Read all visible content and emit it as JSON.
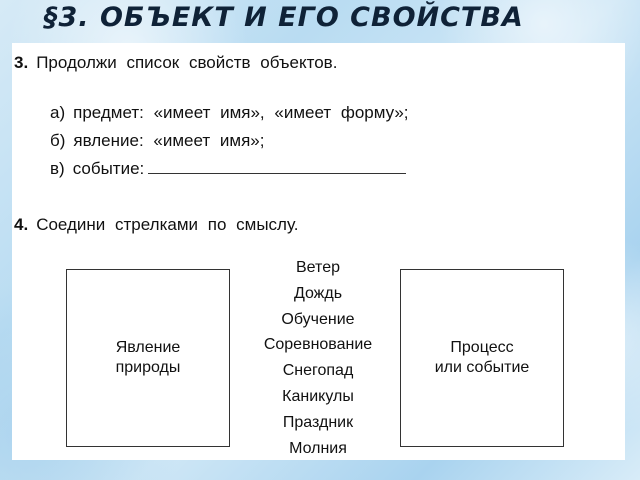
{
  "header": {
    "title": "§3. ОБЪЕКТ И ЕГО СВОЙСТВА"
  },
  "task3": {
    "number": "3.",
    "instruction": "Продолжи список свойств объектов.",
    "items": [
      {
        "label": "а)",
        "text": "предмет: «имеет имя», «имеет форму»;"
      },
      {
        "label": "б)",
        "text": "явление: «имеет имя»;"
      },
      {
        "label": "в)",
        "text": "событие:",
        "blank": ""
      }
    ]
  },
  "task4": {
    "number": "4.",
    "instruction": "Соедини стрелками по смыслу.",
    "left_box": {
      "line1": "Явление",
      "line2": "природы"
    },
    "right_box": {
      "line1": "Процесс",
      "line2": "или событие"
    },
    "words": [
      "Ветер",
      "Дождь",
      "Обучение",
      "Соревнование",
      "Снегопад",
      "Каникулы",
      "Праздник",
      "Молния"
    ]
  }
}
